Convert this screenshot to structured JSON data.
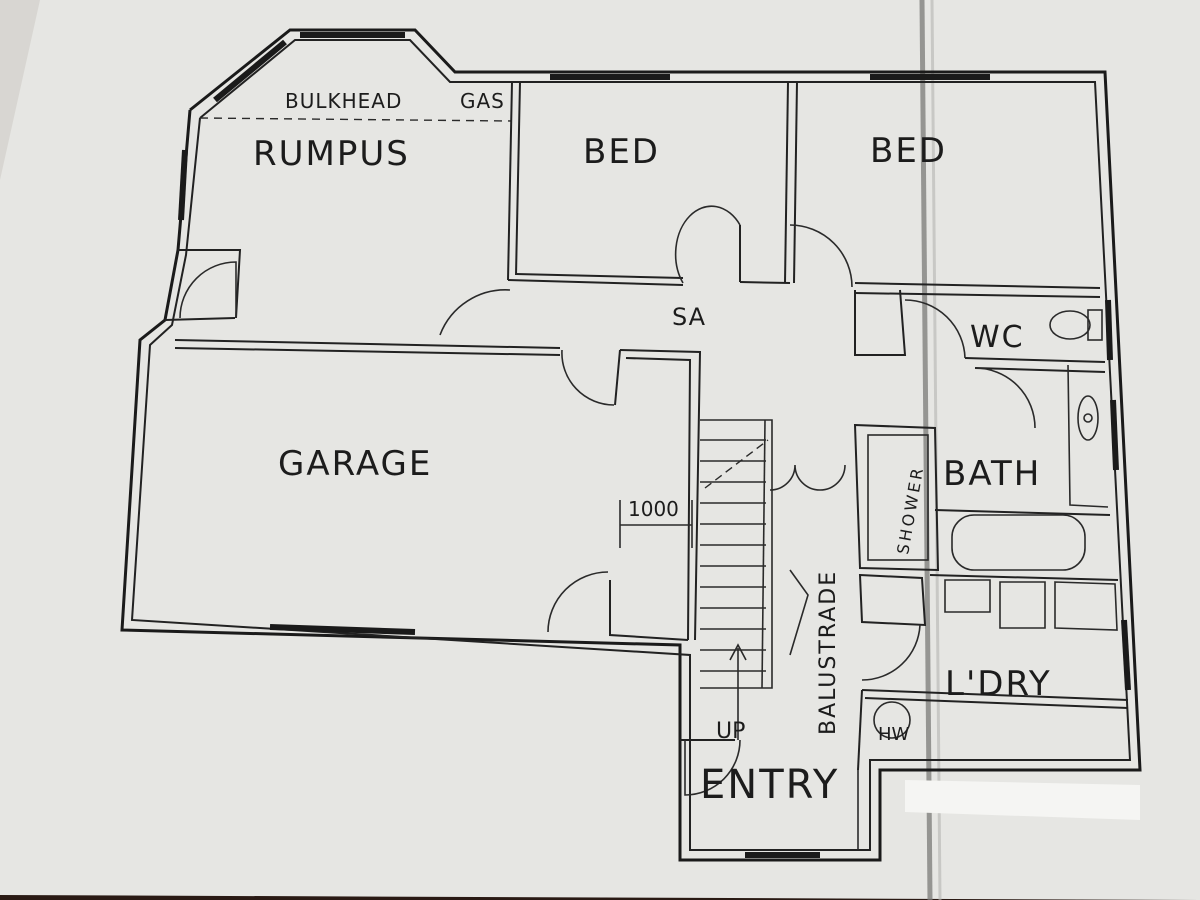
{
  "floor_plan": {
    "labels": {
      "bulkhead": "BULKHEAD",
      "gas": "GAS",
      "rumpus": "RUMPUS",
      "bed_1": "BED",
      "bed_2": "BED",
      "sa": "SA",
      "wc": "WC",
      "garage": "GARAGE",
      "bath": "BATH",
      "shower": "SHOWER",
      "dimension": "1000",
      "balustrade": "BALUSTRADE",
      "laundry": "L'DRY",
      "hw": "HW",
      "up": "UP",
      "entry": "ENTRY"
    }
  }
}
